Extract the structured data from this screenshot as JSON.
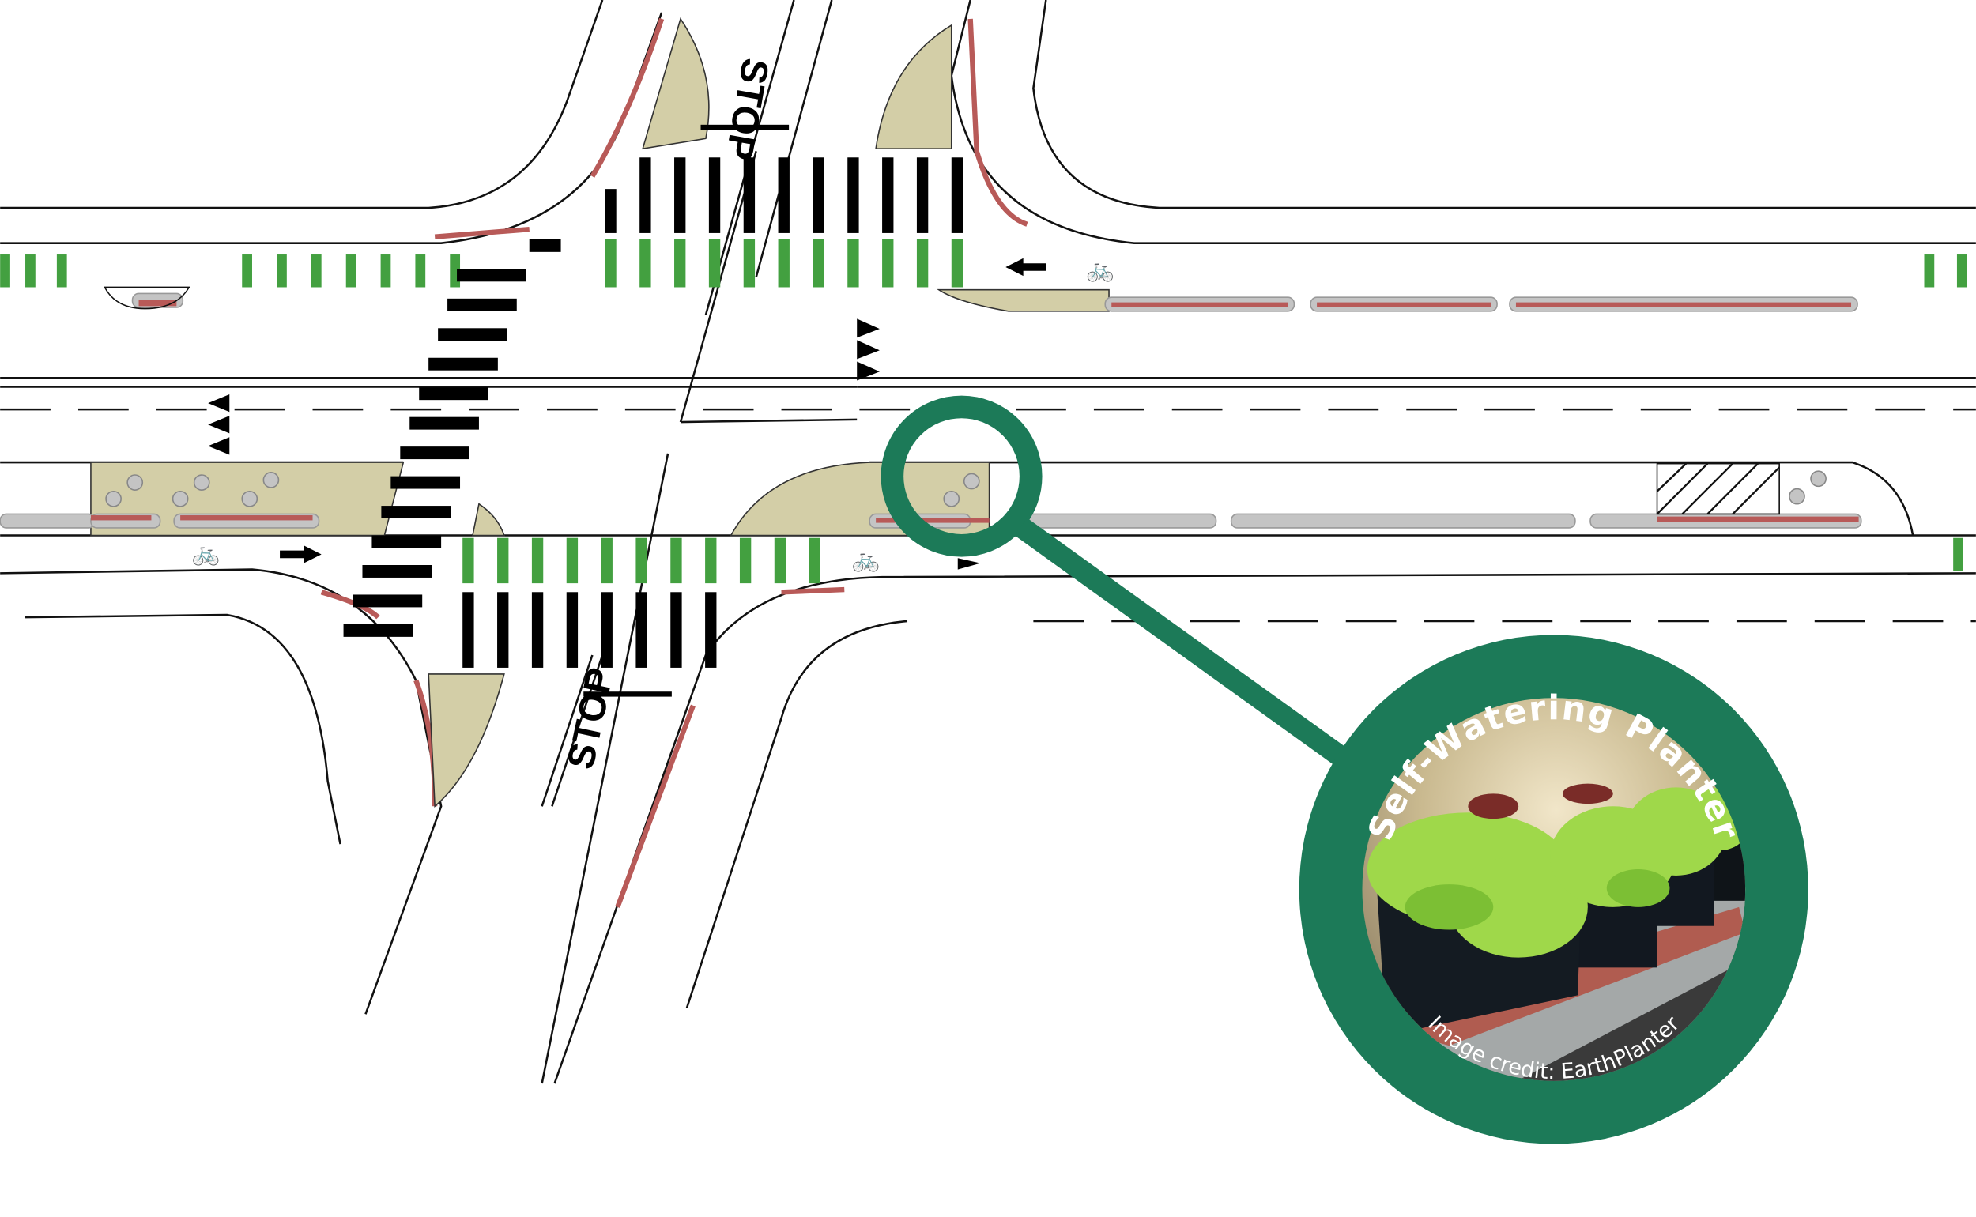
{
  "diagram": {
    "title": "Intersection plan with bike lanes, crosswalks and planters",
    "stop_label_north": "STOP",
    "stop_label_south": "STOP"
  },
  "callout": {
    "title": "Self-Watering Planter",
    "credit": "Image credit: EarthPlanter"
  },
  "colors": {
    "callout_green": "#1c7a58",
    "bike_green": "#43a040",
    "curb_red": "#b85a58",
    "buffer_tan": "#d3cea7",
    "planter_gray": "#c4c4c4"
  }
}
